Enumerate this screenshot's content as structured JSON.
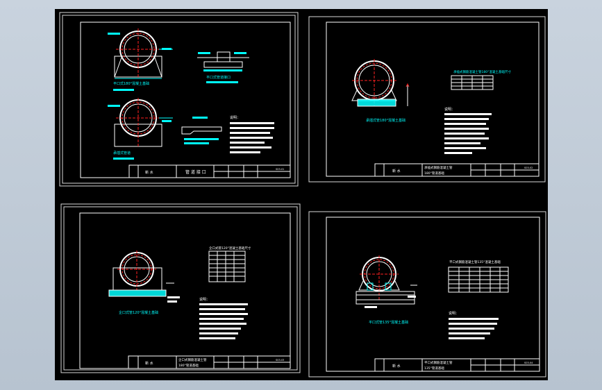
{
  "viewer": {
    "background_color": "#c7d1dc",
    "stage_color": "#000000",
    "line_color": "#ffffff",
    "accent_colors": {
      "cyan": "#00ffff",
      "red": "#ff2020",
      "green": "#00ff00",
      "magenta": "#ff00ff",
      "yellow": "#ffff00"
    }
  },
  "sheets": [
    {
      "title_block": {
        "left_cell": "新  水",
        "main_title": "管 道 接 口",
        "code": "S03-01"
      },
      "captions": [
        "平口式180°混凝土基础",
        "平口式管道接口",
        "承插式管道"
      ],
      "notes_title": "说明："
    },
    {
      "title_block": {
        "left_cell": "新  水",
        "main_title_line1": "承插式钢筋混凝土管",
        "main_title_line2": "180°管道基础",
        "code": "S03-02"
      },
      "captions": [
        "承插式管180°混凝土基础"
      ],
      "table_title": "承插式钢筋混凝土管180°混凝土基础尺寸",
      "notes_title": "说明："
    },
    {
      "title_block": {
        "left_cell": "新  水",
        "main_title_line1": "企口式钢筋混凝土管",
        "main_title_line2": "180°管道基础",
        "code": "S03-03"
      },
      "captions": [
        "企口式管120°混凝土基础"
      ],
      "table_title": "企口式管120°混凝土基础尺寸",
      "notes_title": "说明："
    },
    {
      "title_block": {
        "left_cell": "新  水",
        "main_title_line1": "平口式钢筋混凝土管",
        "main_title_line2": "135°管道基础",
        "code": "S03-04"
      },
      "captions": [
        "平口式管135°混凝土基础"
      ],
      "table_title": "平口式钢筋混凝土管135°混凝土基础",
      "notes_title": "说明："
    }
  ]
}
